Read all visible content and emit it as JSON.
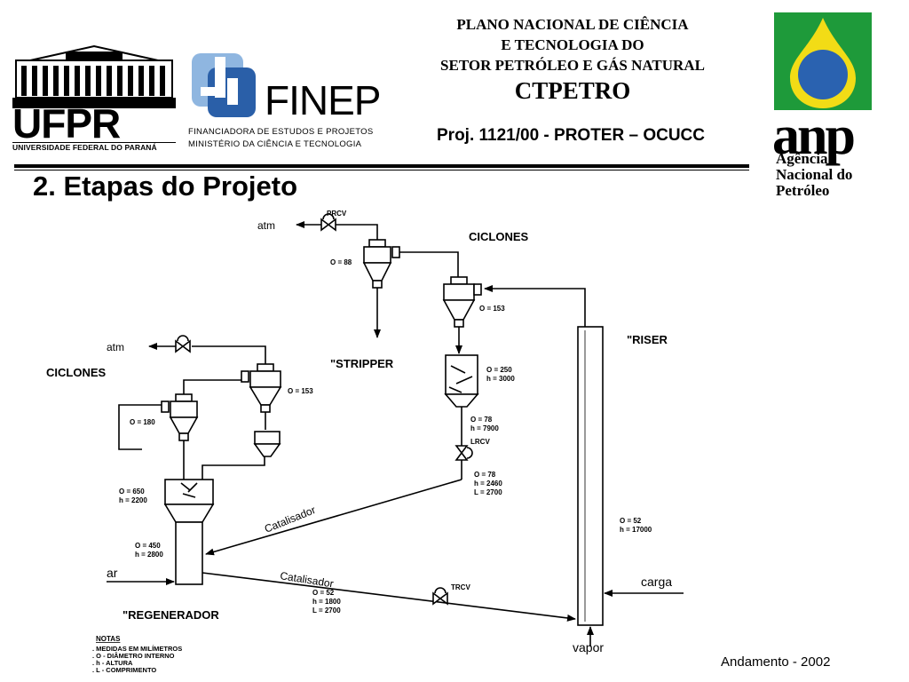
{
  "header": {
    "title_line1": "PLANO NACIONAL DE CIÊNCIA",
    "title_line2": "E TECNOLOGIA DO",
    "title_line3": "SETOR PETRÓLEO E GÁS NATURAL",
    "program": "CTPETRO",
    "project": "Proj. 1121/00 - PROTER – OCUCC"
  },
  "logos": {
    "ufpr": {
      "name": "UFPR",
      "subtitle": "UNIVERSIDADE FEDERAL DO PARANÁ"
    },
    "finep": {
      "name": "FINEP",
      "sub1": "FINANCIADORA DE ESTUDOS E PROJETOS",
      "sub2": "MINISTÉRIO  DA CIÊNCIA E TECNOLOGIA"
    },
    "anp": {
      "name": "anp",
      "sub1": "Agência",
      "sub2": "Nacional do",
      "sub3": "Petróleo"
    }
  },
  "section_title": "2. Etapas do Projeto",
  "diagram": {
    "labels": {
      "atm_top": "atm",
      "prcv": "PRCV",
      "ciclones_top": "CICLONES",
      "d88": "O = 88",
      "d153_right": "O = 153",
      "riser": "\"RISER",
      "atm_left": "atm",
      "ciclones_left": "CICLONES",
      "stripper": "\"STRIPPER",
      "d153_left": "O = 153",
      "d180": "O = 180",
      "stripper_d": "O = 250",
      "stripper_h": "h = 3000",
      "pipe1_d": "O = 78",
      "pipe1_h": "h = 7900",
      "lrcv": "LRCV",
      "pipe2_d": "O = 78",
      "pipe2_h": "h = 2460",
      "pipe2_l": "L = 2700",
      "regen_top_d": "O = 650",
      "regen_top_h": "h = 2200",
      "catalisador_upper": "Catalisador",
      "riser_d": "O = 52",
      "riser_h": "h = 17000",
      "regen_bot_d": "O = 450",
      "regen_bot_h": "h = 2800",
      "ar": "ar",
      "catalisador_lower": "Catalisador",
      "carga": "carga",
      "trcv": "TRCV",
      "line_d": "O = 52",
      "line_h": "h = 1800",
      "line_l": "L = 2700",
      "regenerador": "\"REGENERADOR",
      "vapor": "vapor"
    },
    "notes": {
      "title": "NOTAS",
      "n1": ". MEDIDAS EM MILÍMETROS",
      "n2": ". O  -  DIÂMETRO INTERNO",
      "n3": ". h   -  ALTURA",
      "n4": ". L   -  COMPRIMENTO"
    }
  },
  "footer": "Andamento - 2002",
  "colors": {
    "anp_green": "#1e9a3a",
    "anp_yellow": "#f2dc16",
    "anp_blue": "#2a62b0",
    "finep_blue": "#2a5fa8",
    "finep_light": "#8fb6e0"
  }
}
